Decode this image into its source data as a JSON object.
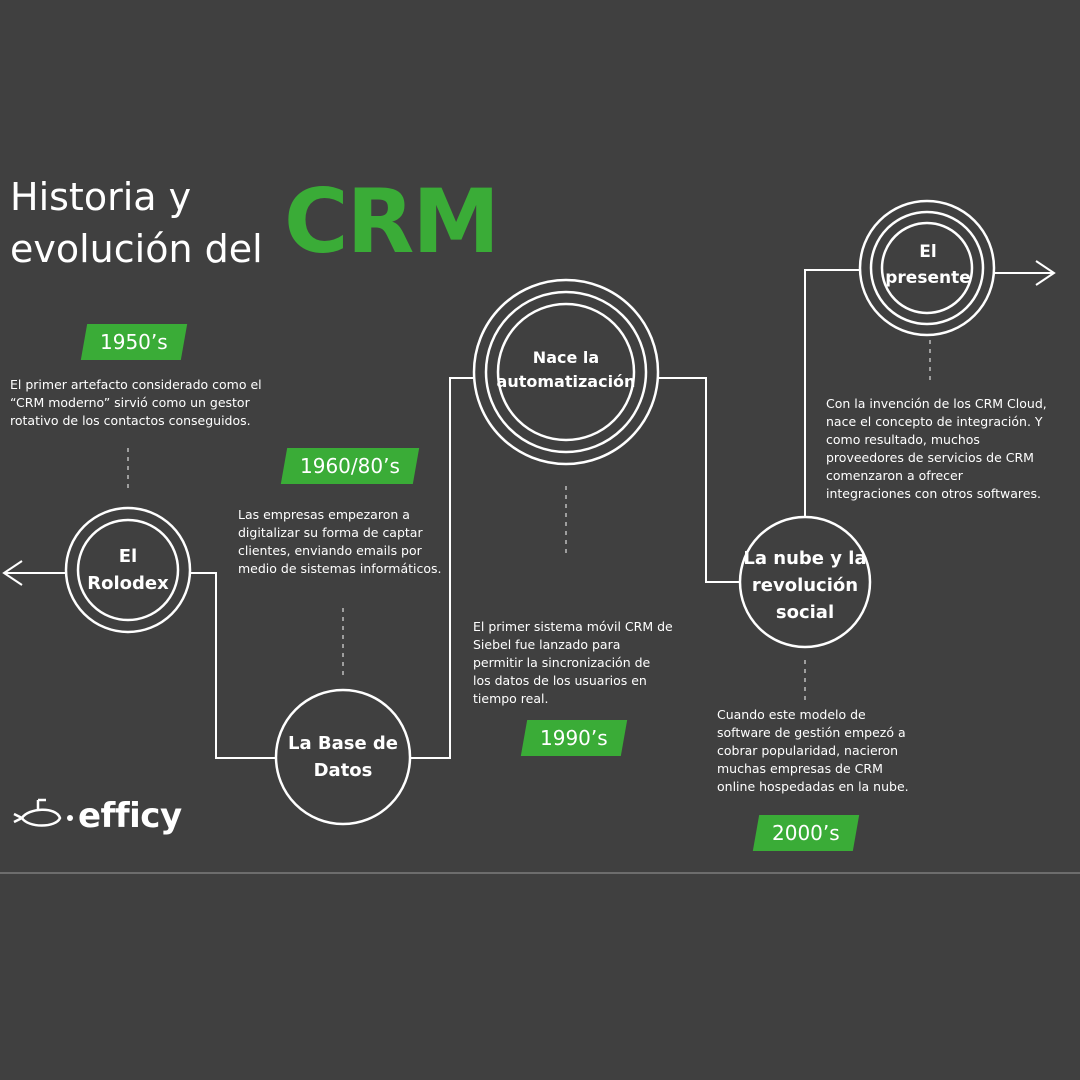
{
  "title": {
    "line1": "Historia y",
    "line2": "evolución del",
    "highlight": "CRM"
  },
  "colors": {
    "background": "#404040",
    "accent": "#3aac37",
    "line": "#ffffff"
  },
  "nodes": [
    {
      "id": "rolodex",
      "lines": [
        "El",
        "Rolodex"
      ]
    },
    {
      "id": "base-datos",
      "lines": [
        "La Base de",
        "Datos"
      ]
    },
    {
      "id": "automatizacion",
      "lines": [
        "Nace la",
        "automatización"
      ]
    },
    {
      "id": "nube",
      "lines": [
        "La nube y la",
        "revolución",
        "social"
      ]
    },
    {
      "id": "presente",
      "lines": [
        "El",
        "presente"
      ]
    }
  ],
  "eras": [
    {
      "id": "1950",
      "label": "1950’s",
      "lines": [
        "El primer artefacto considerado como el",
        "“CRM moderno” sirvió como un gestor",
        "rotativo de los contactos conseguidos."
      ]
    },
    {
      "id": "1960",
      "label": "1960/80’s",
      "lines": [
        "Las empresas empezaron a",
        "digitalizar su forma de captar",
        "clientes, enviando emails por",
        "medio de sistemas informáticos."
      ]
    },
    {
      "id": "1990",
      "label": "1990’s",
      "lines": [
        "El primer sistema móvil CRM de",
        "Siebel fue lanzado para",
        "permitir la sincronización de",
        "los datos de los usuarios en",
        "tiempo real."
      ]
    },
    {
      "id": "2000",
      "label": "2000’s",
      "lines": [
        "Cuando este modelo de",
        "software de gestión empezó a",
        "cobrar popularidad, nacieron",
        "muchas empresas de CRM",
        "online hospedadas en la nube."
      ]
    },
    {
      "id": "presente",
      "lines": [
        "Con la invención de los CRM Cloud,",
        "nace el concepto de integración. Y",
        "como resultado, muchos",
        "proveedores de servicios de CRM",
        "comenzaron a ofrecer",
        "integraciones con otros softwares."
      ]
    }
  ],
  "logo": {
    "text": "efficy",
    "icon": "submarine-icon"
  }
}
